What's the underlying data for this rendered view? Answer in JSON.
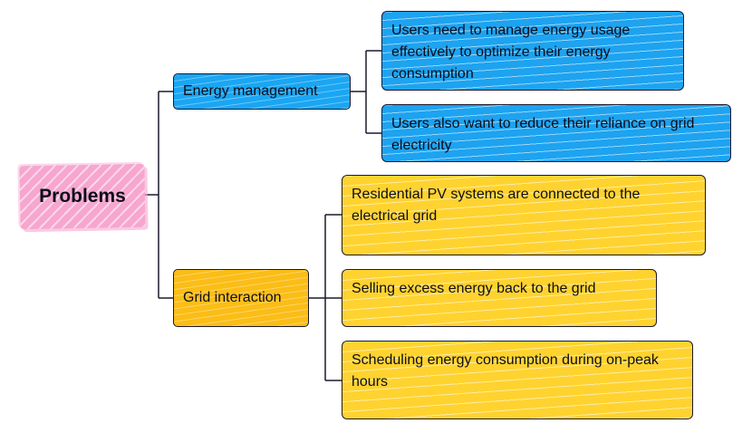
{
  "colors": {
    "root": "#f6a6cf",
    "energy_branch": "#1aa6f3",
    "grid_branch": "#fbbd16",
    "grid_leaves": "#fed330",
    "energy_leaves": "#1da3f0",
    "connector": "#1a1a2e"
  },
  "root": {
    "label": "Problems"
  },
  "branches": [
    {
      "label": "Energy management",
      "children": [
        "Users need to manage energy usage effectively to optimize their energy consumption",
        "Users also want to reduce their reliance on grid electricity"
      ]
    },
    {
      "label": "Grid interaction",
      "children": [
        "Residential PV systems are connected to the electrical grid",
        "Selling excess energy back to the grid",
        "Scheduling energy consumption during on-peak hours"
      ]
    }
  ]
}
